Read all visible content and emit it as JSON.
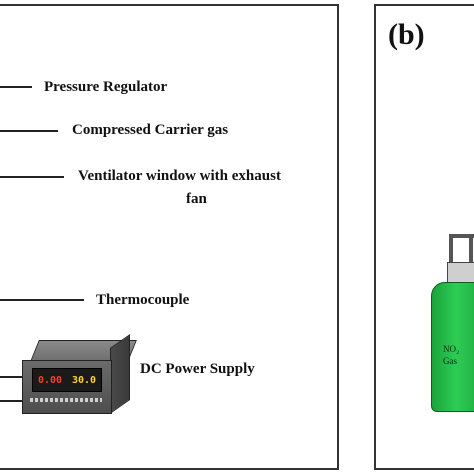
{
  "panel_a": {
    "labels": {
      "pressure_regulator": "Pressure Regulator",
      "compressed_carrier_gas": "Compressed Carrier gas",
      "ventilator_line1": "Ventilator window with exhaust",
      "ventilator_line2": "fan",
      "thermocouple": "Thermocouple",
      "dc_power_supply": "DC  Power Supply"
    },
    "power_supply_display": {
      "left_readout": "0.00",
      "right_readout": "30.0"
    }
  },
  "panel_b": {
    "tag": "(b)",
    "cylinder_label_line1": "NO₂",
    "cylinder_label_line2": "Gas",
    "cylinder_color": "#22b845"
  }
}
